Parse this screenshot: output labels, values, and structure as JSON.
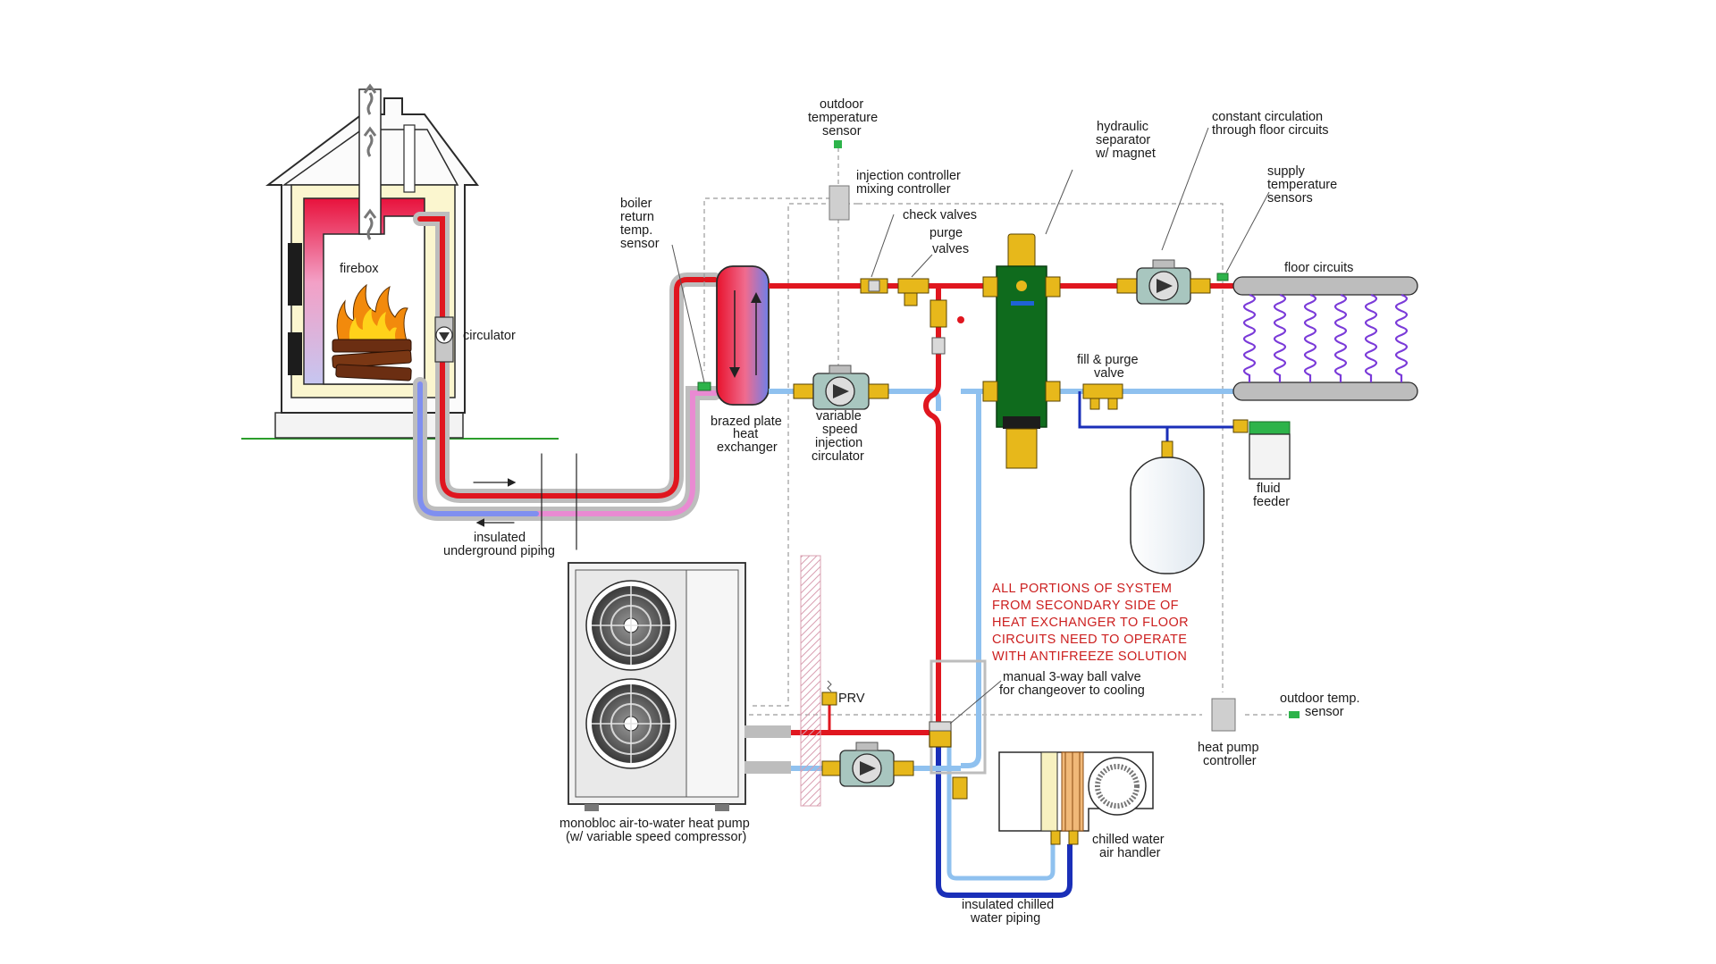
{
  "labels": {
    "firebox": "firebox",
    "circulator": "circulator",
    "insulated_underground": [
      "insulated",
      "underground piping"
    ],
    "boiler_return_sensor": [
      "boiler",
      "return",
      "temp.",
      "sensor"
    ],
    "brazed_plate": [
      "brazed plate",
      "heat",
      "exchanger"
    ],
    "outdoor_temperature_sensor": [
      "outdoor",
      "temperature",
      "sensor"
    ],
    "injection_controller": [
      "injection controller",
      "mixing controller"
    ],
    "check_valves": "check valves",
    "purge_valves": [
      "purge",
      "valves"
    ],
    "variable_speed_circulator": [
      "variable",
      "speed",
      "injection",
      "circulator"
    ],
    "hydraulic_separator": [
      "hydraulic",
      "separator",
      "w/ magnet"
    ],
    "constant_circulation": [
      "constant circulation",
      "through floor circuits"
    ],
    "supply_temperature_sensors": [
      "supply",
      "temperature",
      "sensors"
    ],
    "floor_circuits": "floor circuits",
    "fill_purge_valve": [
      "fill & purge",
      "valve"
    ],
    "fluid_feeder": [
      "fluid",
      "feeder"
    ],
    "prv": "PRV",
    "manual_valve": [
      "manual 3-way ball valve",
      "for changeover to cooling"
    ],
    "outdoor_temp_sensor_2": [
      "outdoor temp.",
      "sensor"
    ],
    "heat_pump_controller": [
      "heat pump",
      "controller"
    ],
    "heat_pump": [
      "monobloc air-to-water heat pump",
      "(w/ variable speed compressor)"
    ],
    "air_handler": [
      "chilled water",
      "air handler"
    ],
    "chilled_piping": [
      "insulated chilled",
      "water piping"
    ]
  },
  "warning": [
    "ALL PORTIONS OF SYSTEM",
    "FROM SECONDARY SIDE OF",
    "HEAT EXCHANGER TO FLOOR",
    "CIRCUITS NEED TO OPERATE",
    "WITH ANTIFREEZE SOLUTION"
  ],
  "colors": {
    "hot_pipe": "#e0161f",
    "cold_pipe": "#8fc1ef",
    "dark_blue_pipe": "#1a2fb8",
    "pink_pipe": "#e98ad2",
    "separator_green": "#0f6b1d",
    "brass": "#e7b81b",
    "sensor_green": "#2db34a",
    "warning_red": "#cc1f1f",
    "ground_green": "#2c9e2c"
  }
}
